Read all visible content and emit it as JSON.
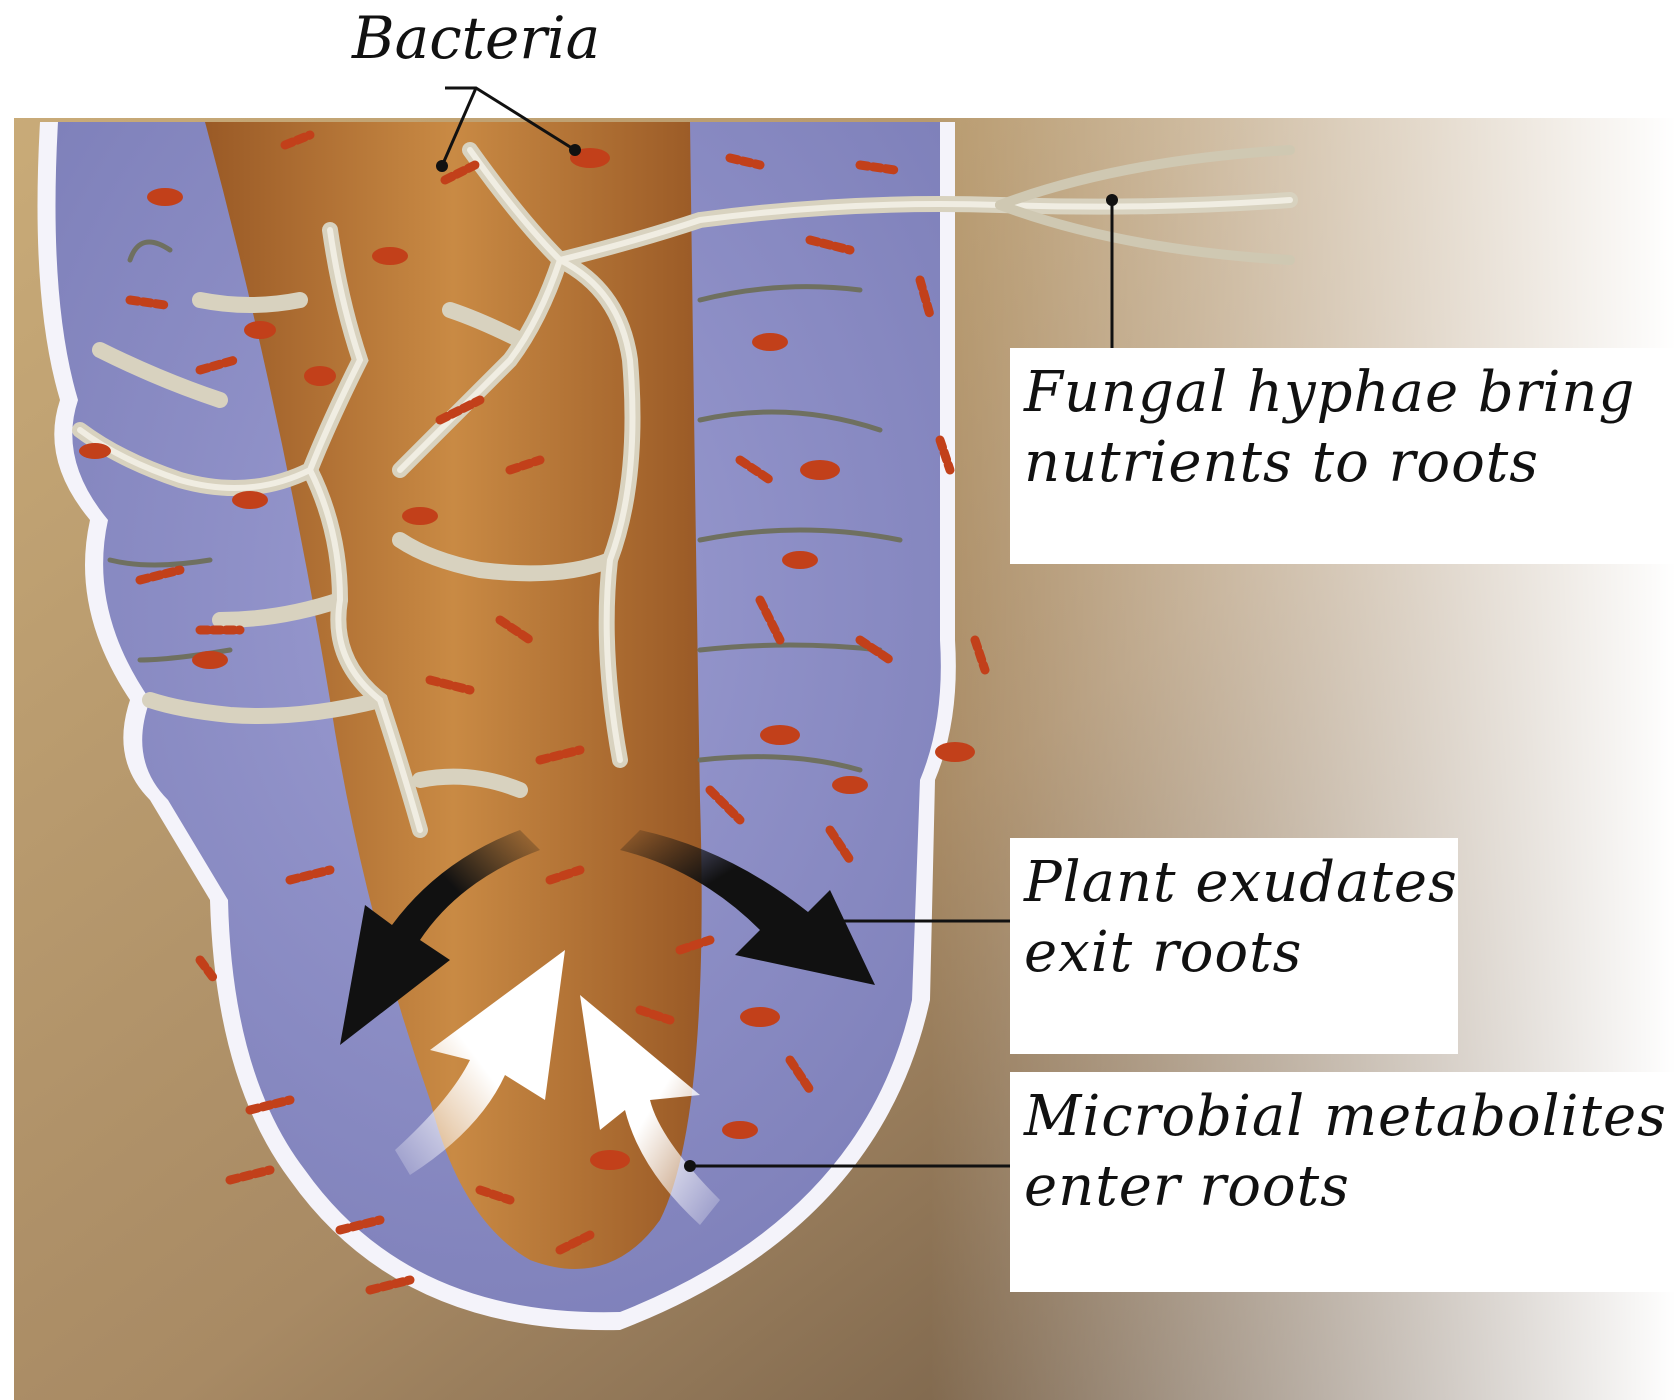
{
  "labels": {
    "bacteria": "Bacteria",
    "fungal_hyphae": [
      "Fungal hyphae bring",
      "nutrients to roots"
    ],
    "plant_exudates": [
      "Plant exudates",
      "exit roots"
    ],
    "microbial_metabolites": [
      "Microbial metabolites",
      "enter roots"
    ]
  },
  "colors": {
    "soil": "#b8986a",
    "soil_dark": "#6f5a45",
    "rhizosphere": "#8f90c8",
    "root": "#b86e2c",
    "hyphae": "#e8e4d4",
    "bacteria": "#c2401a",
    "exudate_arrow": "#111111",
    "metabolite_arrow": "#ffffff"
  }
}
